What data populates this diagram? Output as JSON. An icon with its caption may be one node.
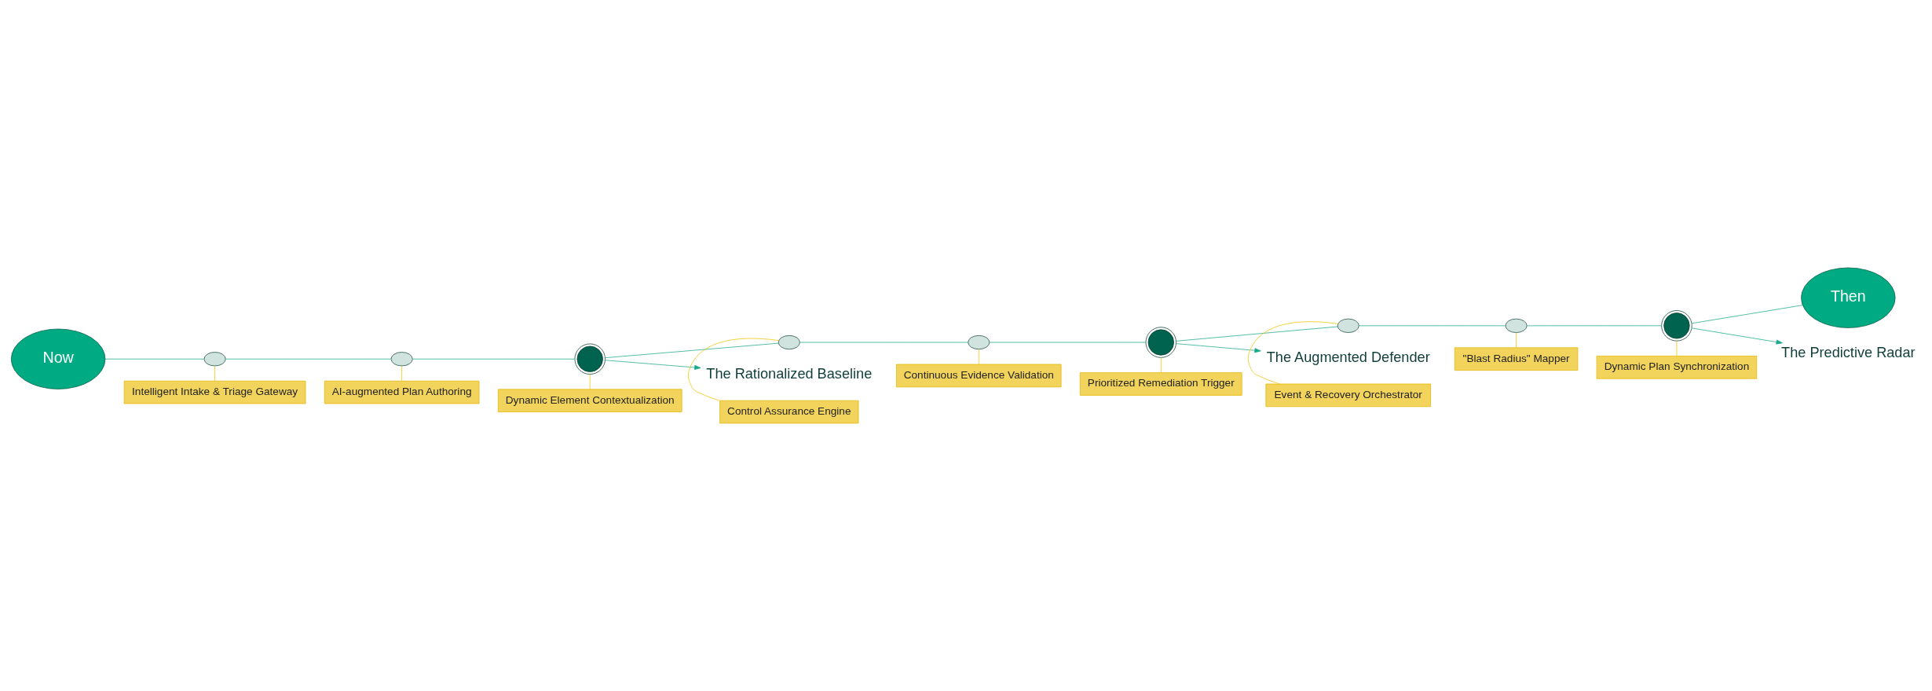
{
  "diagram": {
    "nodes": [
      {
        "text": [
          "Now"
        ]
      },
      {
        "text": [],
        "shape": "circle"
      },
      {
        "text": [],
        "shape": "circle"
      },
      {
        "text": [],
        "shape": "circle"
      },
      {
        "text": [],
        "shape": "circle"
      },
      {
        "text": [],
        "shape": "circle"
      },
      {
        "text": [],
        "shape": "circle"
      },
      {
        "text": [],
        "shape": "circle"
      },
      {
        "text": [],
        "shape": "circle"
      },
      {
        "text": [],
        "shape": "circle"
      },
      {
        "text": [
          "Then"
        ]
      },
      {
        "text": [
          "Intelligent Intake & Triage Gateway"
        ]
      },
      {
        "text": [
          "AI-augmented Plan Authoring"
        ]
      },
      {
        "text": [
          "Dynamic Element Contextualization"
        ]
      },
      {
        "text": [
          "Continuous Evidence Validation"
        ]
      },
      {
        "text": [
          "Control Assurance Engine"
        ]
      },
      {
        "text": [
          "Event & Recovery Orchestrator"
        ]
      },
      {
        "text": [
          "Dynamic Plan Synchronization"
        ]
      },
      {
        "text": [
          "Prioritized Remediation Trigger"
        ]
      },
      {
        "text": [
          "\"Blast Radius\" Mapper"
        ]
      },
      {
        "text": [
          "The Rationalized Baseline"
        ]
      },
      {
        "text": [
          "The Augmented Defender"
        ]
      },
      {
        "text": [
          "The Predictive Radar"
        ]
      }
    ],
    "edges": [
      {
        "from": 0,
        "to": 1,
        "arrow": "none"
      },
      {
        "from": 1,
        "to": 2,
        "arrow": "none"
      },
      {
        "from": 2,
        "to": 3,
        "arrow": "none"
      },
      {
        "from": 3,
        "to": 4,
        "arrow": "none"
      },
      {
        "from": 4,
        "to": 5,
        "arrow": "none"
      },
      {
        "from": 5,
        "to": 6,
        "arrow": "none"
      },
      {
        "from": 6,
        "to": 7,
        "arrow": "none"
      },
      {
        "from": 7,
        "to": 8,
        "arrow": "none"
      },
      {
        "from": 8,
        "to": 9,
        "arrow": "none"
      },
      {
        "from": 9,
        "to": 10,
        "arrow": "none"
      },
      {
        "from": 3,
        "to": 20,
        "arrow": "to"
      },
      {
        "from": 6,
        "to": 21,
        "arrow": "to"
      },
      {
        "from": 9,
        "to": 22,
        "arrow": "to"
      },
      {
        "from": 11,
        "to": 1,
        "arrow": "none",
        "color": "#f2c200"
      },
      {
        "from": 12,
        "to": 2,
        "arrow": "none",
        "color": "#f2c200"
      },
      {
        "from": 13,
        "to": 3,
        "arrow": "none",
        "color": "#f2c200"
      },
      {
        "from": 14,
        "to": 5,
        "arrow": "none",
        "color": "#f2c200"
      },
      {
        "from": 15,
        "to": 4,
        "arrow": "none",
        "color": "#f2c200"
      },
      {
        "from": 16,
        "to": 7,
        "arrow": "none",
        "color": "#f2c200"
      },
      {
        "from": 17,
        "to": 9,
        "arrow": "none",
        "color": "#f2c200"
      },
      {
        "from": 18,
        "to": 6,
        "arrow": "none",
        "color": "#f2c200"
      },
      {
        "from": 19,
        "to": 8,
        "arrow": "none",
        "color": "#f2c200"
      }
    ]
  }
}
